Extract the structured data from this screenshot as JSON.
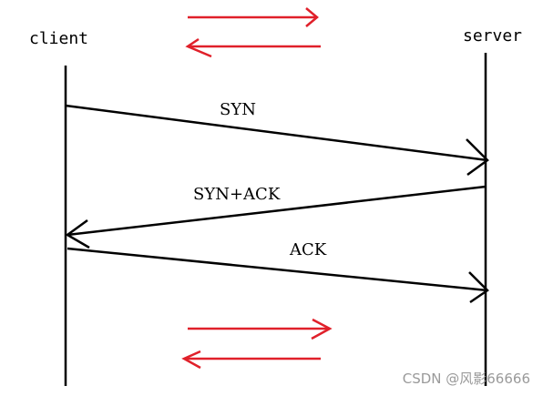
{
  "participants": {
    "client": "client",
    "server": "server"
  },
  "messages": [
    {
      "label": "SYN",
      "from": "client",
      "to": "server"
    },
    {
      "label": "SYN+ACK",
      "from": "server",
      "to": "client"
    },
    {
      "label": "ACK",
      "from": "client",
      "to": "server"
    }
  ],
  "watermark": "CSDN @风影66666",
  "colors": {
    "line": "#000000",
    "accent": "#e0202a",
    "watermark": "#9a9a9a"
  }
}
